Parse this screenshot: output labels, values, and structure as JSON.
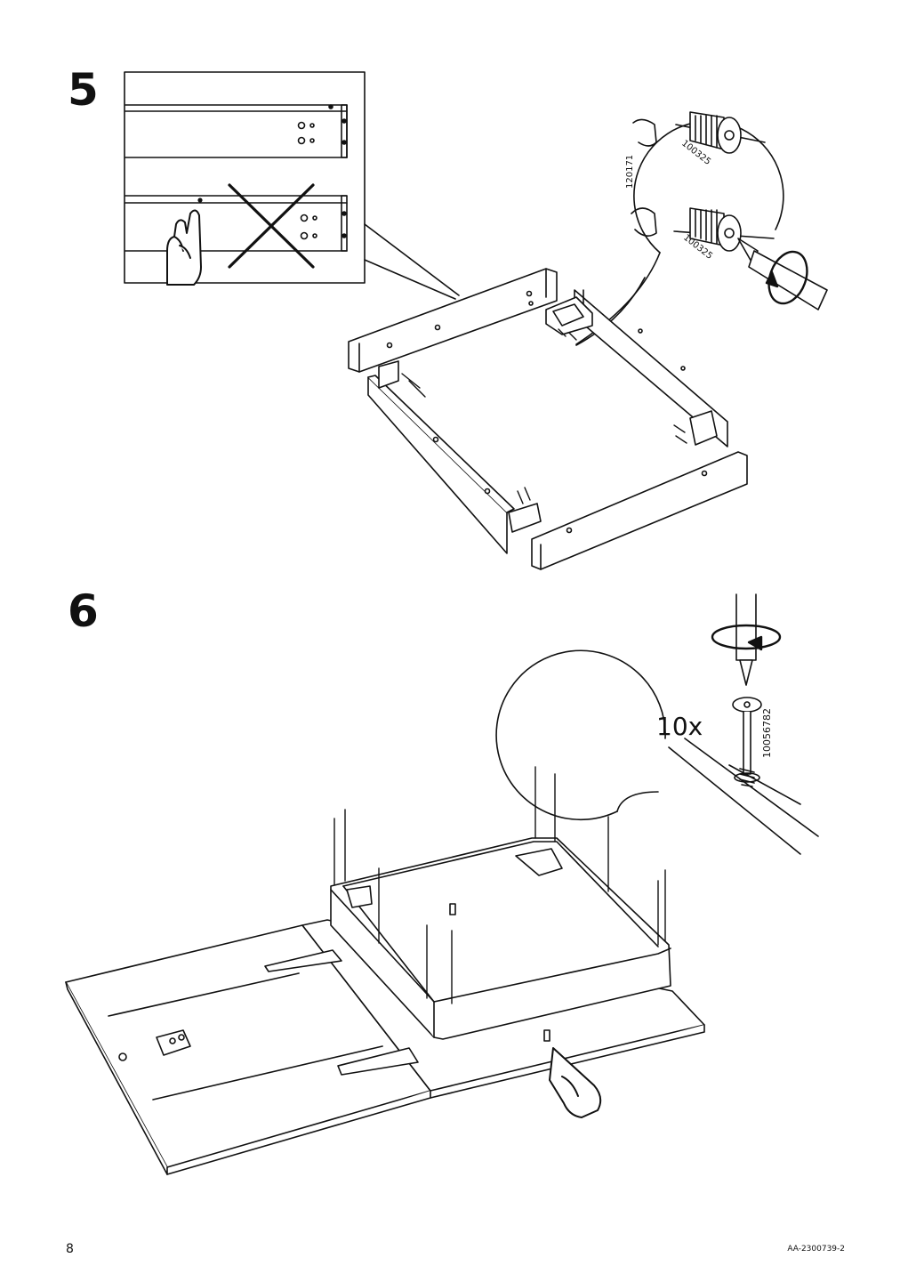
{
  "steps": [
    {
      "number": "5",
      "parts": [
        {
          "code": "120171"
        },
        {
          "code": "100325"
        },
        {
          "code": "100325"
        }
      ]
    },
    {
      "number": "6",
      "quantity": "10x",
      "parts": [
        {
          "code": "10056782"
        }
      ]
    }
  ],
  "footer": {
    "page_number": "8",
    "document_code": "AA-2300739-2"
  }
}
